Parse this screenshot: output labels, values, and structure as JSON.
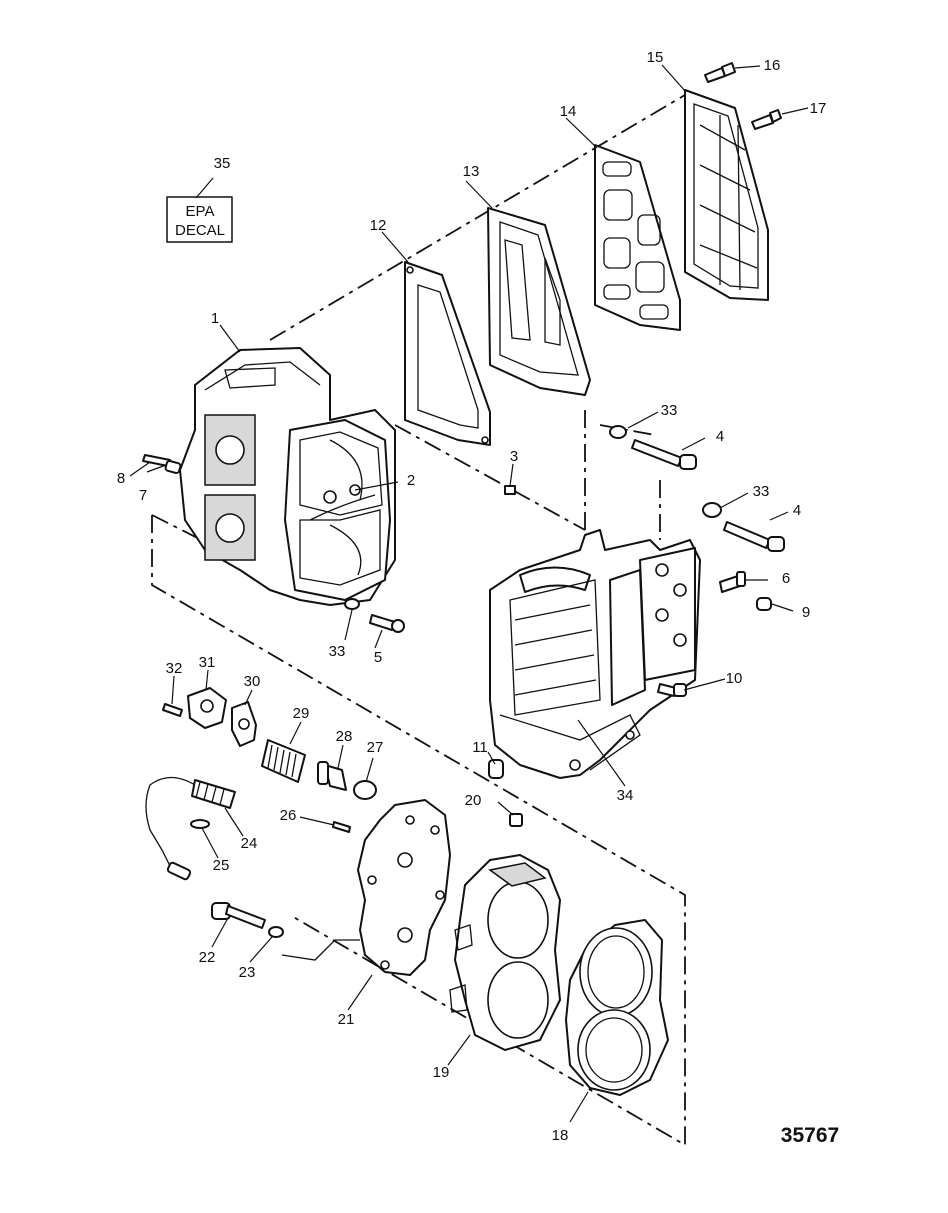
{
  "figure_number": "35767",
  "decal": {
    "line1": "EPA",
    "line2": "DECAL"
  },
  "callouts": {
    "c1": "1",
    "c2": "2",
    "c3": "3",
    "c4a": "4",
    "c4b": "4",
    "c5": "5",
    "c6": "6",
    "c7": "7",
    "c8": "8",
    "c9": "9",
    "c10": "10",
    "c11": "11",
    "c12": "12",
    "c13": "13",
    "c14": "14",
    "c15": "15",
    "c16": "16",
    "c17": "17",
    "c18": "18",
    "c19": "19",
    "c20": "20",
    "c21": "21",
    "c22": "22",
    "c23": "23",
    "c24": "24",
    "c25": "25",
    "c26": "26",
    "c27": "27",
    "c28": "28",
    "c29": "29",
    "c30": "30",
    "c31": "31",
    "c32": "32",
    "c33a": "33",
    "c33b": "33",
    "c33c": "33",
    "c34": "34",
    "c35": "35"
  }
}
